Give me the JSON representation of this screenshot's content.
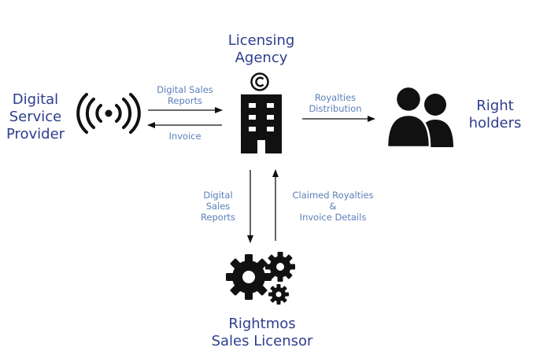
{
  "nodes": {
    "dsp": {
      "label": "Digital\nService\nProvider",
      "icon": "broadcast-icon"
    },
    "agency": {
      "label": "Licensing\nAgency",
      "icon": "building-copyright-icon"
    },
    "rightholders": {
      "label": "Right\nholders",
      "icon": "people-icon"
    },
    "licensor": {
      "label": "Rightmos\nSales Licensor",
      "icon": "gears-icon"
    }
  },
  "edges": {
    "dsp_to_agency": "Digital Sales\nReports",
    "agency_to_dsp": "Invoice",
    "agency_to_rightholders": "Royalties\nDistribution",
    "agency_to_licensor": "Digital\nSales\nReports",
    "licensor_to_agency": "Claimed Royalties\n&\nInvoice Details"
  },
  "colors": {
    "title": "#2d3e8c",
    "edge_label": "#5b7fb8",
    "icon": "#111111"
  }
}
